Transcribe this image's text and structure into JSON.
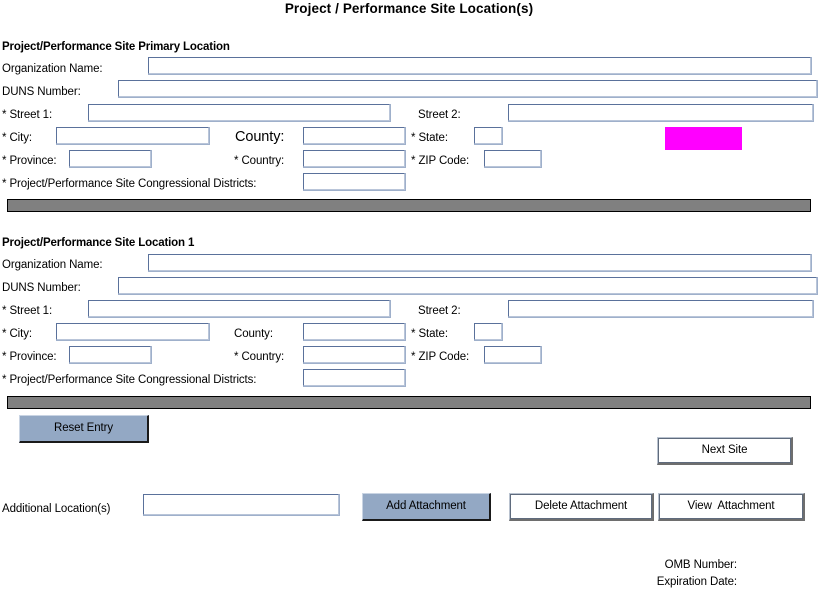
{
  "page": {
    "title": "Project / Performance Site Location(s)"
  },
  "sections": [
    {
      "heading": "Project/Performance Site Primary Location",
      "fields": {
        "organization_name_label": "Organization Name:",
        "organization_name_value": "",
        "duns_number_label": "DUNS Number:",
        "duns_number_value": "",
        "street1_label": "* Street 1:",
        "street1_value": "",
        "street2_label": "Street 2:",
        "street2_value": "",
        "city_label": "* City:",
        "city_value": "",
        "county_label": "County:",
        "county_value": "",
        "state_label": "* State:",
        "state_value": "",
        "province_label": "* Province:",
        "province_value": "",
        "country_label": "* Country:",
        "country_value": "",
        "zip_label": "* ZIP Code:",
        "zip_value": "",
        "districts_label": "* Project/Performance Site Congressional Districts:",
        "districts_value": ""
      },
      "highlight_color": "#ff00ff"
    },
    {
      "heading": "Project/Performance Site Location 1",
      "fields": {
        "organization_name_label": "Organization Name:",
        "organization_name_value": "",
        "duns_number_label": "DUNS Number:",
        "duns_number_value": "",
        "street1_label": "* Street 1:",
        "street1_value": "",
        "street2_label": "Street 2:",
        "street2_value": "",
        "city_label": "* City:",
        "city_value": "",
        "county_label": "County:",
        "county_value": "",
        "state_label": "* State:",
        "state_value": "",
        "province_label": "* Province:",
        "province_value": "",
        "country_label": "* Country:",
        "country_value": "",
        "zip_label": "* ZIP Code:",
        "zip_value": "",
        "districts_label": "* Project/Performance Site Congressional Districts:",
        "districts_value": ""
      }
    }
  ],
  "actions": {
    "reset_entry": "Reset Entry",
    "next_site": "Next Site",
    "add_attachment": "Add Attachment",
    "delete_attachment": "Delete Attachment",
    "view_attachment": "View  Attachment"
  },
  "attachments": {
    "additional_locations_label": "Additional Location(s)",
    "additional_locations_value": ""
  },
  "footer": {
    "omb_number": "OMB Number:",
    "expiration_date": "Expiration Date:"
  },
  "colors": {
    "button_fill": "#93a8c4",
    "separator_bar": "#808080",
    "field_border": "#5a719b",
    "required_highlight": "#ff00ff"
  }
}
